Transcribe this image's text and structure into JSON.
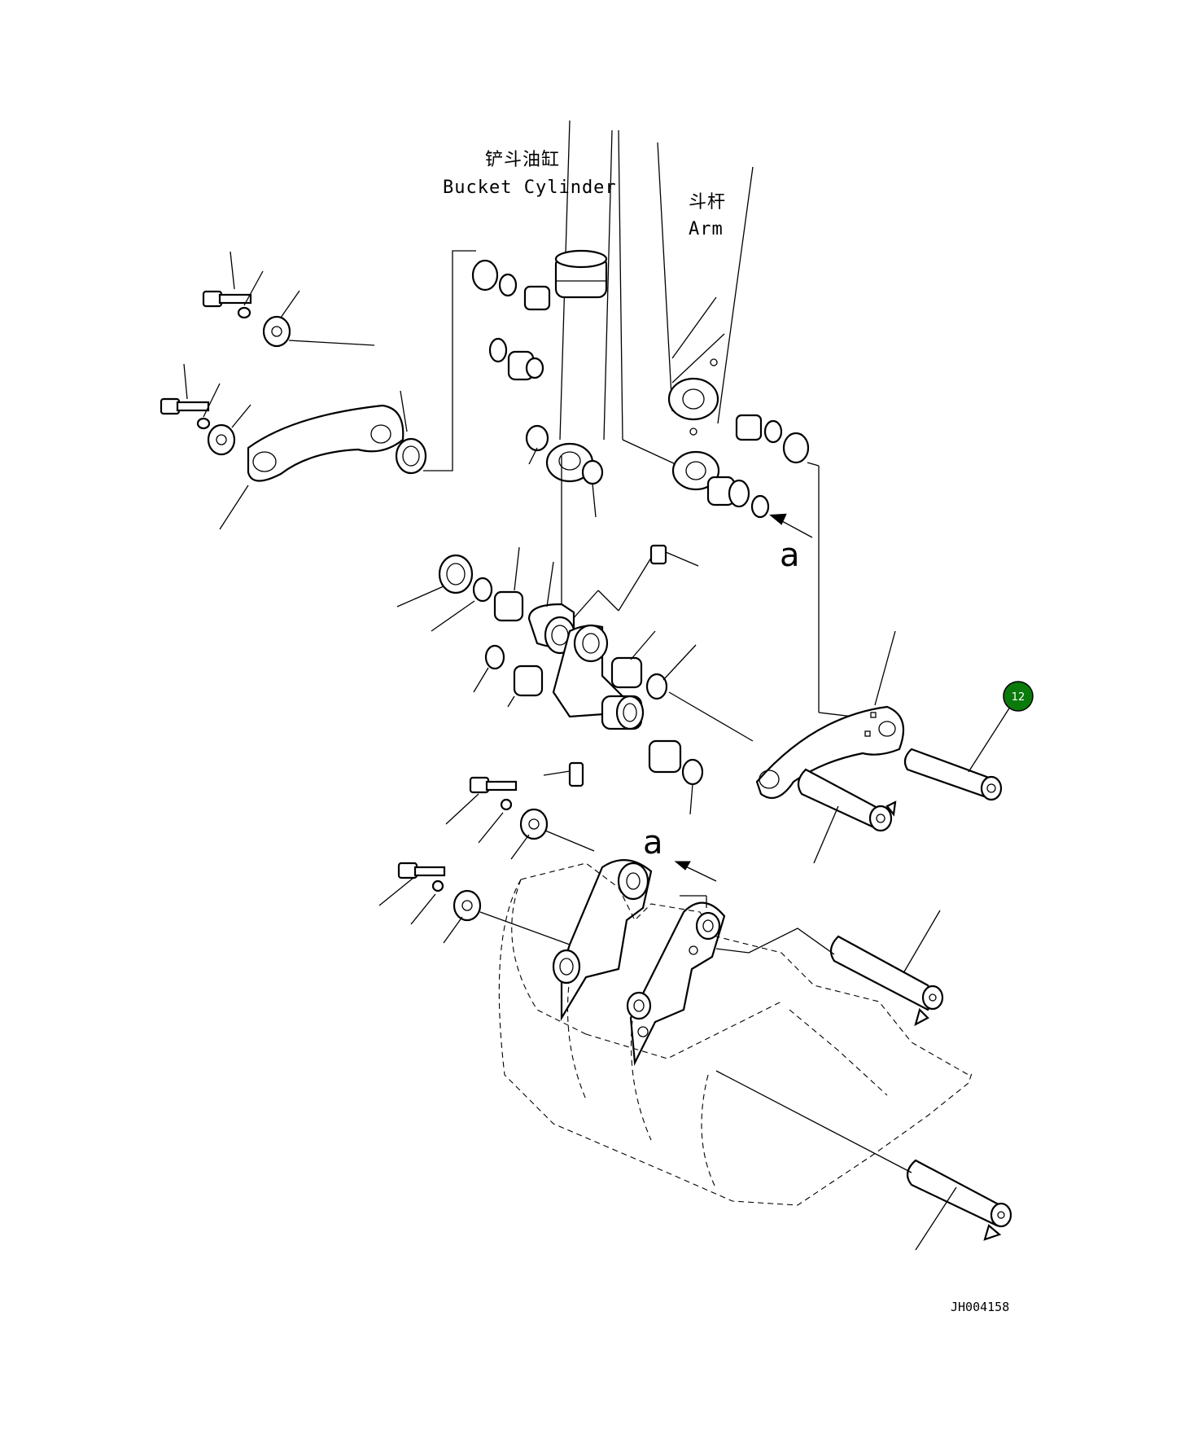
{
  "labels": {
    "bucket_cylinder_cn": "铲斗油缸",
    "bucket_cylinder_en": "Bucket Cylinder",
    "arm_cn": "斗杆",
    "arm_en": "Arm",
    "view_a_1": "a",
    "view_a_2": "a",
    "drawing_code": "JH004158"
  },
  "callouts": [
    {
      "number": "12",
      "color": "#0a7a0a"
    }
  ]
}
